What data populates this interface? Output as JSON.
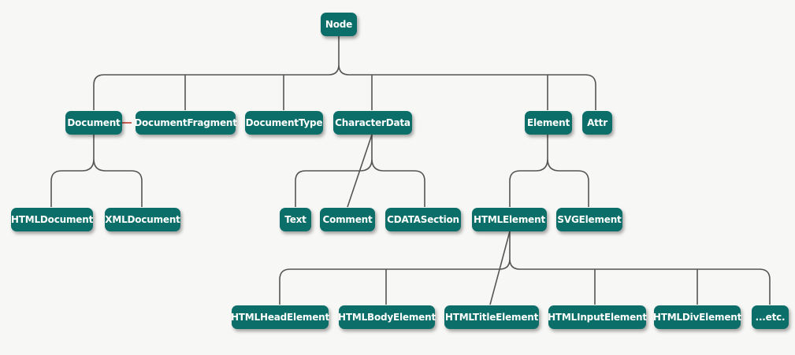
{
  "nodes": {
    "node": "Node",
    "document": "Document",
    "document_fragment": "DocumentFragment",
    "document_type": "DocumentType",
    "character_data": "CharacterData",
    "element": "Element",
    "attr": "Attr",
    "html_document": "HTMLDocument",
    "xml_document": "XMLDocument",
    "text": "Text",
    "comment": "Comment",
    "cdata_section": "CDATASection",
    "html_element": "HTMLElement",
    "svg_element": "SVGElement",
    "html_head_element": "HTMLHeadElement",
    "html_body_element": "HTMLBodyElement",
    "html_title_element": "HTMLTitleElement",
    "html_input_element": "HTMLInputElement",
    "html_div_element": "HTMLDivElement",
    "etc": "...etc."
  },
  "colors": {
    "node_fill": "#0b6e69",
    "node_text": "#ffffff",
    "connector": "#555555",
    "accent_dash": "#c0392b",
    "background": "#f7f7f5"
  }
}
